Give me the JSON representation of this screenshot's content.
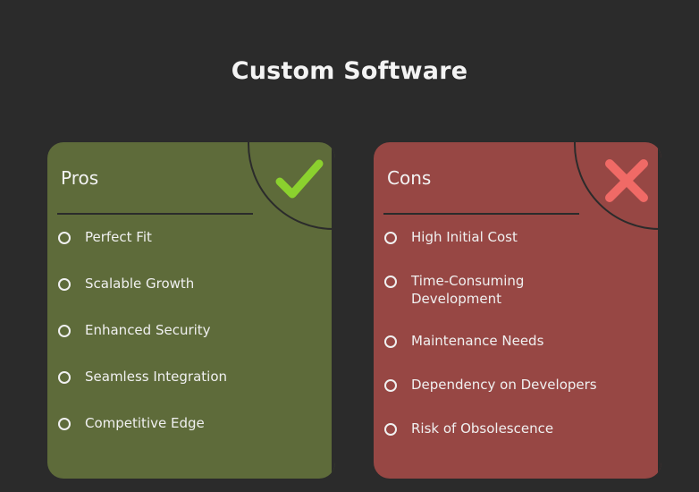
{
  "title": "Custom Software",
  "colors": {
    "background": "#2b2b2b",
    "pros_card": "#5e6b3a",
    "cons_card": "#974744",
    "check_mark": "#8bd12e",
    "cross_mark": "#f06a66"
  },
  "pros": {
    "heading": "Pros",
    "icon": "check-icon",
    "items": [
      "Perfect Fit",
      "Scalable Growth",
      "Enhanced Security",
      "Seamless Integration",
      "Competitive Edge"
    ]
  },
  "cons": {
    "heading": "Cons",
    "icon": "cross-icon",
    "items": [
      "High Initial Cost",
      "Time-Consuming Development",
      "Maintenance Needs",
      "Dependency on Developers",
      "Risk of Obsolescence"
    ]
  }
}
